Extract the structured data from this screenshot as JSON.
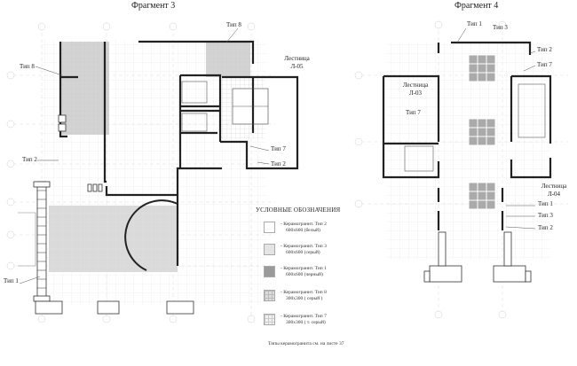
{
  "fragment3": {
    "title": "Фрагмент 3",
    "labels": {
      "tip8_top": "Тип 8",
      "tip8_left": "Тип 8",
      "stair_name": "Лестница",
      "stair_code": "Л-05",
      "tip7": "Тип 7",
      "tip2_right": "Тип 2",
      "tip2_left": "Тип 2",
      "tip1": "Тип 1"
    }
  },
  "fragment4": {
    "title": "Фрагмент 4",
    "labels": {
      "tip1_top": "Тип 1",
      "tip3_top": "Тип 3",
      "tip2_top": "Тип 2",
      "tip7_right": "Тип 7",
      "stair03_name": "Лестница",
      "stair03_code": "Л-03",
      "tip7_mid": "Тип 7",
      "stair04_name": "Лестница",
      "stair04_code": "Л-04",
      "tip1_bottom": "Тип 1",
      "tip3_bottom": "Тип 3",
      "tip2_bottom": "Тип 2"
    }
  },
  "legend": {
    "heading": "УСЛОВНЫЕ ОБОЗНАЧЕНИЯ",
    "items": [
      {
        "line1": "- Керамогранит. Тип 2",
        "line2": "600х600 (белый)",
        "color": "#ffffff"
      },
      {
        "line1": "- Керамогранит. Тип 3",
        "line2": "600х600 (серый)",
        "color": "#e4e4e4"
      },
      {
        "line1": "- Керамогранит. Тип 1",
        "line2": "600х600 (черный)",
        "color": "#9a9a9a"
      },
      {
        "line1": "- Керамогранит. Тип 8",
        "line2": "300х300 ( серый )",
        "color": "#dcdcdc"
      },
      {
        "line1": "- Керамогранит. Тип 7",
        "line2": "300х300 ( т. серый)",
        "color": "#f0f0f0"
      }
    ],
    "note": "Типы керамогранита см. на листе  37"
  }
}
